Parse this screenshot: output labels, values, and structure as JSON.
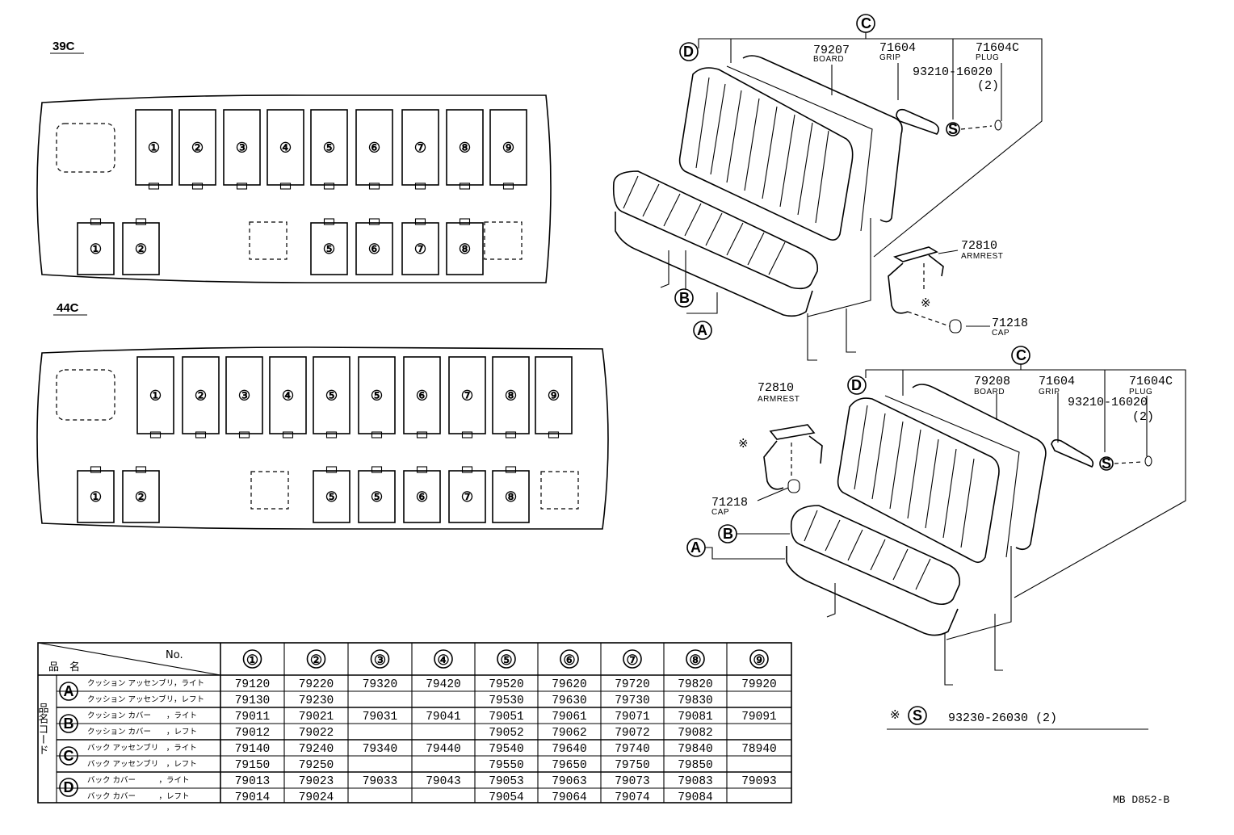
{
  "layouts": [
    {
      "title": "39C",
      "front_row": [
        "①",
        "②",
        "③",
        "④",
        "⑤",
        "⑥",
        "⑦",
        "⑧",
        "⑨"
      ],
      "rear_row": [
        "①",
        "②",
        "⑤",
        "⑥",
        "⑦",
        "⑧"
      ]
    },
    {
      "title": "44C",
      "front_row": [
        "①",
        "②",
        "③",
        "④",
        "⑤",
        "⑤",
        "⑥",
        "⑦",
        "⑧",
        "⑨"
      ],
      "rear_row": [
        "①",
        "②",
        "⑤",
        "⑤",
        "⑥",
        "⑦",
        "⑧"
      ]
    }
  ],
  "callouts": {
    "A": "A",
    "B": "B",
    "C": "C",
    "D": "D",
    "S": "S"
  },
  "upper_seat": {
    "board_no": "79207",
    "board": "BOARD",
    "grip_no": "71604",
    "grip": "GRIP",
    "plug_no": "71604C",
    "plug": "PLUG",
    "screw_no": "93210-16020",
    "screw_qty": "(2)",
    "armrest_no": "72810",
    "armrest": "ARMREST",
    "cap_no": "71218",
    "cap": "CAP",
    "mark": "※"
  },
  "lower_seat": {
    "board_no": "79208",
    "board": "BOARD",
    "grip_no": "71604",
    "grip": "GRIP",
    "plug_no": "71604C",
    "plug": "PLUG",
    "screw_no": "93210-16020",
    "screw_qty": "(2)",
    "armrest_no": "72810",
    "armrest": "ARMREST",
    "cap_no": "71218",
    "cap": "CAP",
    "mark": "※"
  },
  "note": {
    "mark": "※",
    "part": "93230-26030 (2)"
  },
  "table": {
    "header_no": "No.",
    "header_name": "品　名",
    "side_label": "品名コード",
    "columns": [
      "①",
      "②",
      "③",
      "④",
      "⑤",
      "⑥",
      "⑦",
      "⑧",
      "⑨"
    ],
    "groups": [
      "A",
      "B",
      "C",
      "D"
    ],
    "rows": [
      {
        "name": "クッション アッセンブリ，ライト",
        "codes": [
          "79120",
          "79220",
          "79320",
          "79420",
          "79520",
          "79620",
          "79720",
          "79820",
          "79920"
        ]
      },
      {
        "name": "クッション アッセンブリ，レフト",
        "codes": [
          "79130",
          "79230",
          "",
          "",
          "79530",
          "79630",
          "79730",
          "79830",
          ""
        ]
      },
      {
        "name": "クッション カバー　　，ライト",
        "codes": [
          "79011",
          "79021",
          "79031",
          "79041",
          "79051",
          "79061",
          "79071",
          "79081",
          "79091"
        ]
      },
      {
        "name": "クッション カバー　　，レフト",
        "codes": [
          "79012",
          "79022",
          "",
          "",
          "79052",
          "79062",
          "79072",
          "79082",
          ""
        ]
      },
      {
        "name": "バック アッセンブリ　，ライト",
        "codes": [
          "79140",
          "79240",
          "79340",
          "79440",
          "79540",
          "79640",
          "79740",
          "79840",
          "78940"
        ]
      },
      {
        "name": "バック アッセンブリ　，レフト",
        "codes": [
          "79150",
          "79250",
          "",
          "",
          "79550",
          "79650",
          "79750",
          "79850",
          ""
        ]
      },
      {
        "name": "バック カバー　　　，ライト",
        "codes": [
          "79013",
          "79023",
          "79033",
          "79043",
          "79053",
          "79063",
          "79073",
          "79083",
          "79093"
        ]
      },
      {
        "name": "バック カバー　　　，レフト",
        "codes": [
          "79014",
          "79024",
          "",
          "",
          "79054",
          "79064",
          "79074",
          "79084",
          ""
        ]
      }
    ]
  },
  "figure_id": "MB D852-B"
}
